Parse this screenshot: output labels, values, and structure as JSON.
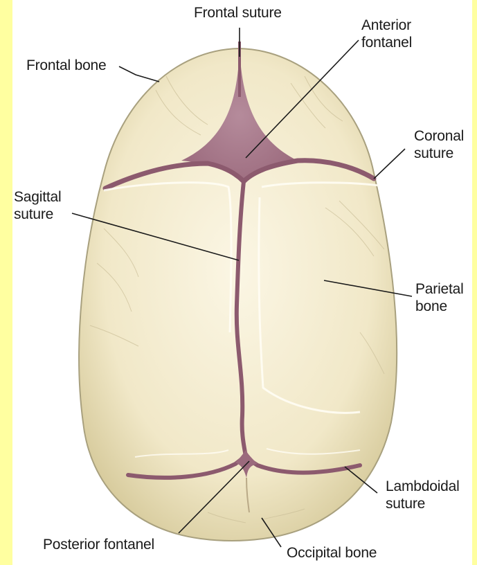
{
  "labels": {
    "frontal_suture": "Frontal suture",
    "anterior_fontanel": [
      "Anterior",
      "fontanel"
    ],
    "frontal_bone": "Frontal bone",
    "coronal_suture": [
      "Coronal",
      "suture"
    ],
    "sagittal_suture": [
      "Sagittal",
      "suture"
    ],
    "parietal_bone": [
      "Parietal",
      "bone"
    ],
    "lambdoidal_suture": [
      "Lambdoidal",
      "suture"
    ],
    "posterior_fontanel": "Posterior fontanel",
    "occipital_bone": "Occipital bone"
  },
  "colors": {
    "background": "#ffffa0",
    "bone": "#f3ebcf",
    "bone_shadow": "#d9cfa6",
    "suture": "#8c5a6e",
    "fontanel": "#a9798c",
    "leader_line": "#1a1a1a"
  }
}
